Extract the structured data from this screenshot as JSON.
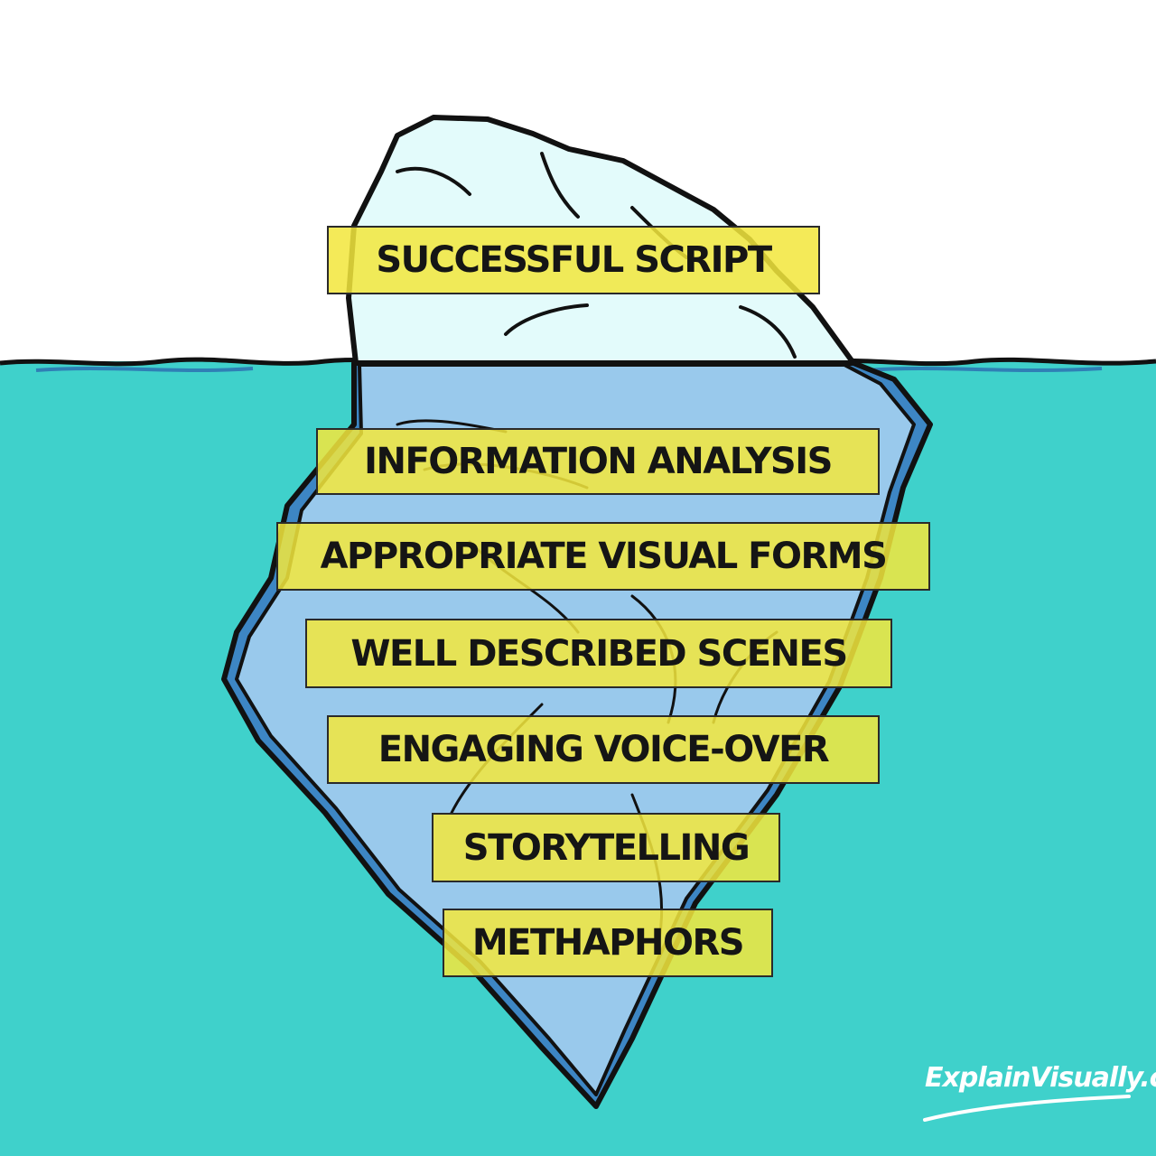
{
  "colors": {
    "sky": "#ffffff",
    "water": "#3fd1cb",
    "ice_above": "#e3fbfb",
    "ice_below": "#99c9ec",
    "ice_shadow": "#3d86c4",
    "outline": "#111111",
    "label_fill": "#f2e73d"
  },
  "labels": [
    "SUCCESSFUL SCRIPT",
    "INFORMATION ANALYSIS",
    "APPROPRIATE VISUAL FORMS",
    "WELL DESCRIBED SCENES",
    "ENGAGING VOICE-OVER",
    "STORYTELLING",
    "METHAPHORS"
  ],
  "logo": {
    "text": "ExplainVisually.co"
  }
}
